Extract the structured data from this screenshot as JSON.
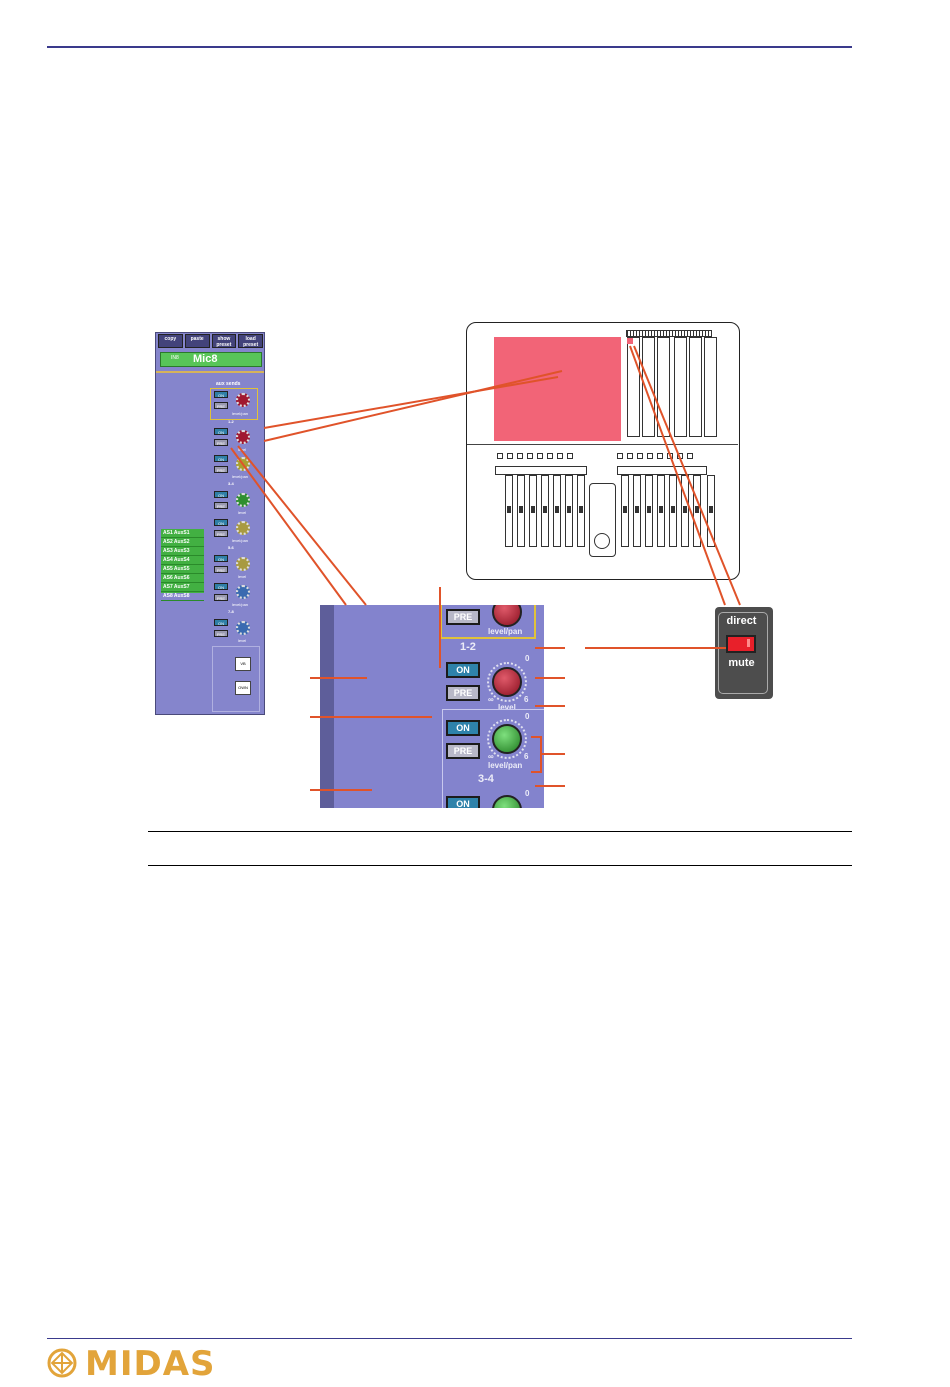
{
  "strip": {
    "top_buttons": [
      "copy",
      "paste",
      "show preset",
      "load preset"
    ],
    "channel_number": "IN8",
    "channel_name": "Mic8",
    "aux_sends_heading": "aux sends",
    "sends": [
      {
        "pair": "1-2",
        "on": "ON",
        "pre": "PRE",
        "knob_label": "level/pan"
      },
      {
        "pair": "",
        "on": "ON",
        "pre": "PRE",
        "knob_label": "level"
      },
      {
        "pair": "3-4",
        "on": "ON",
        "pre": "PRE",
        "knob_label": "level/pan"
      },
      {
        "pair": "",
        "on": "ON",
        "pre": "PRE",
        "knob_label": "level"
      },
      {
        "pair": "5-6",
        "on": "ON",
        "pre": "PRE",
        "knob_label": "level/pan"
      },
      {
        "pair": "",
        "on": "ON",
        "pre": "PRE",
        "knob_label": "level"
      },
      {
        "pair": "7-8",
        "on": "ON",
        "pre": "PRE",
        "knob_label": "level/pan"
      },
      {
        "pair": "",
        "on": "ON",
        "pre": "PRE",
        "knob_label": "level"
      }
    ],
    "assignments": [
      "AS1 AuxS1",
      "AS2 AuxS2",
      "AS3 AuxS3",
      "AS4 AuxS4",
      "AS5 AuxS5",
      "AS6 AuxS6",
      "AS7 AuxS7",
      "AS8 AuxS8"
    ],
    "bottom_buttons": [
      "VB",
      "OWN"
    ]
  },
  "zoom": {
    "on_label": "ON",
    "pre_label": "PRE",
    "pair_1_2": "1-2",
    "pair_3_4": "3-4",
    "level_pan": "level/pan",
    "level": "level",
    "scale_min": "∞",
    "scale_max": "6",
    "scale_zero": "0"
  },
  "mute_panel": {
    "top_label": "direct",
    "bottom_label": "mute"
  },
  "footer": {
    "logo_text": "MIDAS"
  },
  "colors": {
    "rule": "#3a3a8c",
    "callout": "#e0532a",
    "strip_bg": "#8585cc",
    "screen": "#f26477",
    "logo": "#e2a43a"
  }
}
